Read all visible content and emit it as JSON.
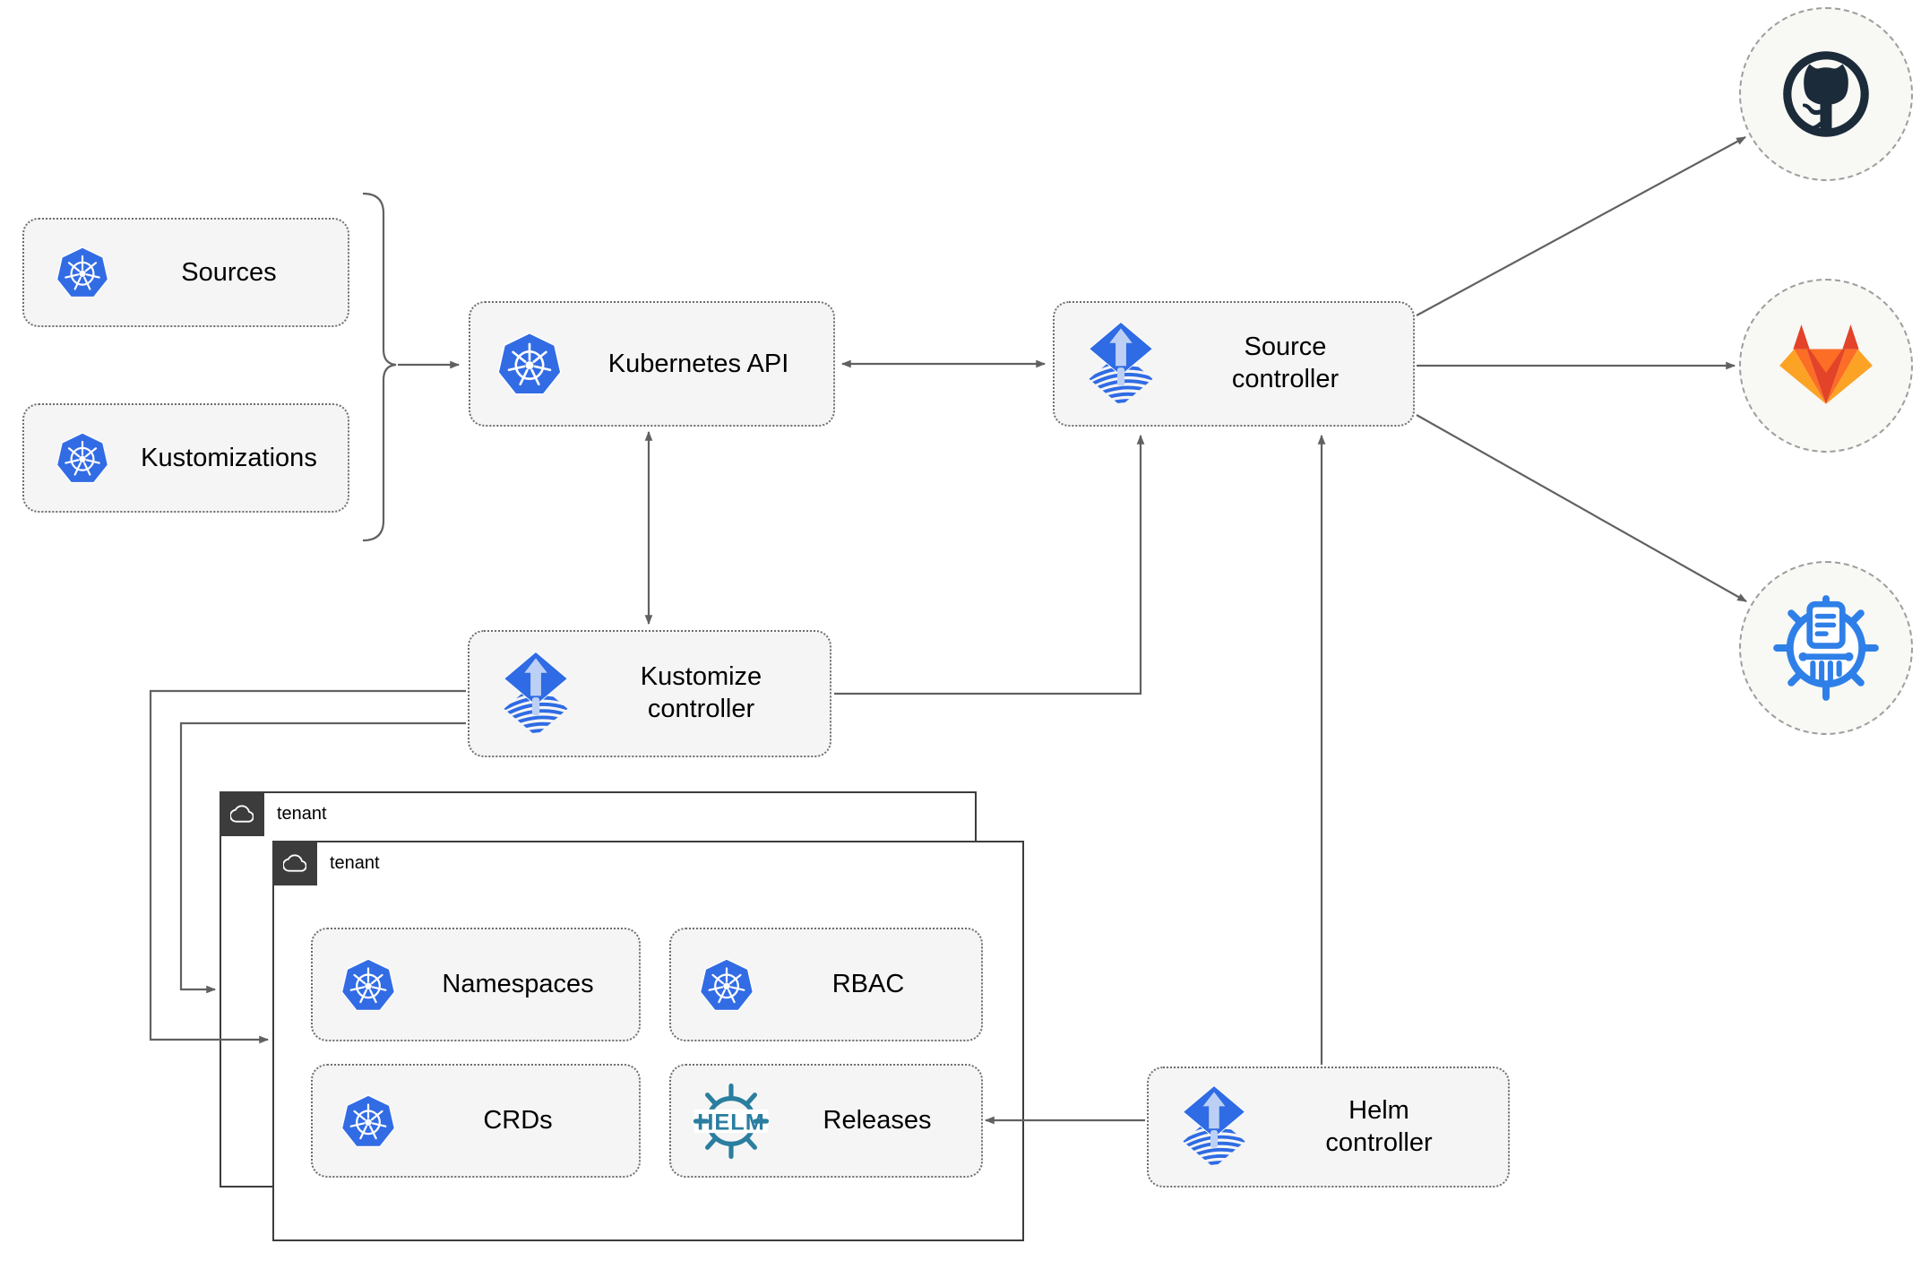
{
  "nodes": {
    "sources": {
      "label": "Sources"
    },
    "kustomizations": {
      "label": "Kustomizations"
    },
    "kubernetes_api": {
      "label": "Kubernetes API"
    },
    "source_controller": {
      "label": "Source controller"
    },
    "kustomize_controller": {
      "label": "Kustomize controller"
    },
    "helm_controller": {
      "label": "Helm controller"
    },
    "namespaces": {
      "label": "Namespaces"
    },
    "rbac": {
      "label": "RBAC"
    },
    "crds": {
      "label": "CRDs"
    },
    "releases": {
      "label": "Releases"
    }
  },
  "tenants": {
    "back": {
      "label": "tenant"
    },
    "front": {
      "label": "tenant"
    }
  },
  "helm_logo": {
    "text": "HELM"
  },
  "icons": {
    "kubernetes": "kubernetes-wheel-heptagon",
    "flux": "flux-diamond-up-arrow-over-waves",
    "helm": "helm-ship-wheel-with-text",
    "github": "github-octocat-ring",
    "gitlab": "gitlab-tanuki",
    "helm_repository": "chartmuseum-wheel-columns-document",
    "cloud": "cloud-outline"
  },
  "edges": [
    "sources/kustomizations -> kubernetes_api",
    "kubernetes_api <-> source_controller",
    "kubernetes_api <-> kustomize_controller",
    "kustomize_controller -> source_controller",
    "kustomize_controller -> tenant(back)",
    "kustomize_controller -> tenant(front)",
    "helm_controller -> source_controller",
    "helm_controller -> releases",
    "source_controller -> github",
    "source_controller -> gitlab",
    "source_controller -> helm_repository"
  ],
  "colors": {
    "kubernetes_blue": "#326ce5",
    "flux_blue": "#2f6be4",
    "flux_arrow_light": "#bcd0f5",
    "helm_teal": "#2a7e9f",
    "github_dark": "#1c2b3a",
    "gitlab_red": "#e24329",
    "gitlab_orange": "#fc6d26",
    "gitlab_yellow": "#fca326",
    "chartmuseum_blue": "#2f7fe8",
    "line_gray": "#616161",
    "node_fill": "#f5f5f5",
    "node_border": "#6e6e6e",
    "tenant_border": "#3c3c3c",
    "circle_fill": "#f8f8f5",
    "circle_border": "#9e9e9e"
  }
}
